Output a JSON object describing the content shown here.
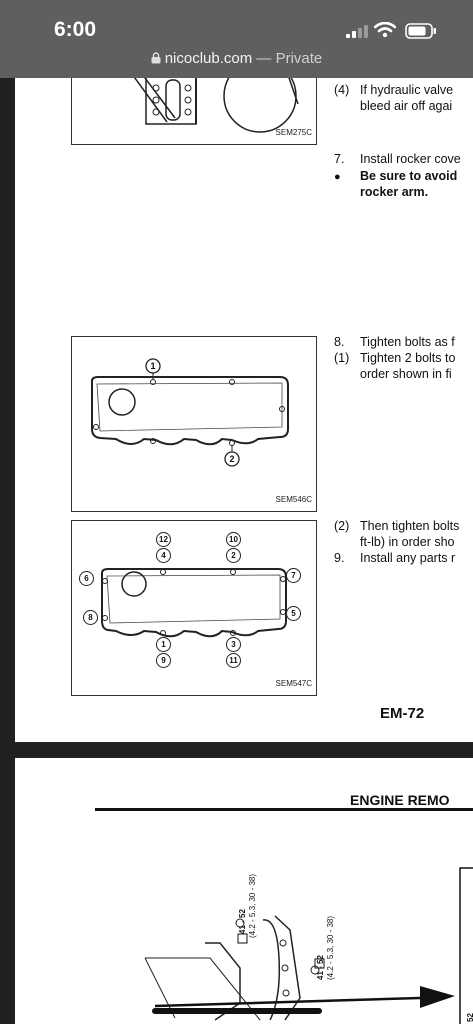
{
  "status": {
    "time": "6:00"
  },
  "browser": {
    "domain": "nicoclub.com",
    "separator": " — ",
    "mode": "Private"
  },
  "page1": {
    "top_fig_label": "SEM275C",
    "steps": {
      "s4_num": "(4)",
      "s4_line1": "If hydraulic valve",
      "s4_line2": "bleed air off agai",
      "s7_num": "7.",
      "s7_text": "Install rocker cove",
      "bullet": "●",
      "b_line1": "Be sure to avoid",
      "b_line2": "rocker arm.",
      "s8_num": "8.",
      "s8_text": "Tighten bolts as f",
      "s1_num": "(1)",
      "s1_line1": "Tighten 2 bolts to",
      "s1_line2": "order shown in fi",
      "s2_num": "(2)",
      "s2_line1": "Then tighten bolts",
      "s2_line2": "ft-lb) in order sho",
      "s9_num": "9.",
      "s9_text": "Install any parts r"
    },
    "fig1": {
      "label": "SEM546C",
      "bolts": [
        "1",
        "2"
      ]
    },
    "fig2": {
      "label": "SEM547C",
      "bolts": [
        "12",
        "4",
        "10",
        "2",
        "6",
        "7",
        "8",
        "5",
        "1",
        "9",
        "3",
        "11"
      ]
    },
    "page_number": "EM-72"
  },
  "page2": {
    "header": "ENGINE REMO",
    "torque1_value": "41 - 52",
    "torque1_units": "(4.2 - 5.3, 30 - 38)",
    "torque2_value": "41 - 52",
    "torque2_units": "(4.2 - 5.3, 30 - 38)",
    "edge_text": "52"
  }
}
